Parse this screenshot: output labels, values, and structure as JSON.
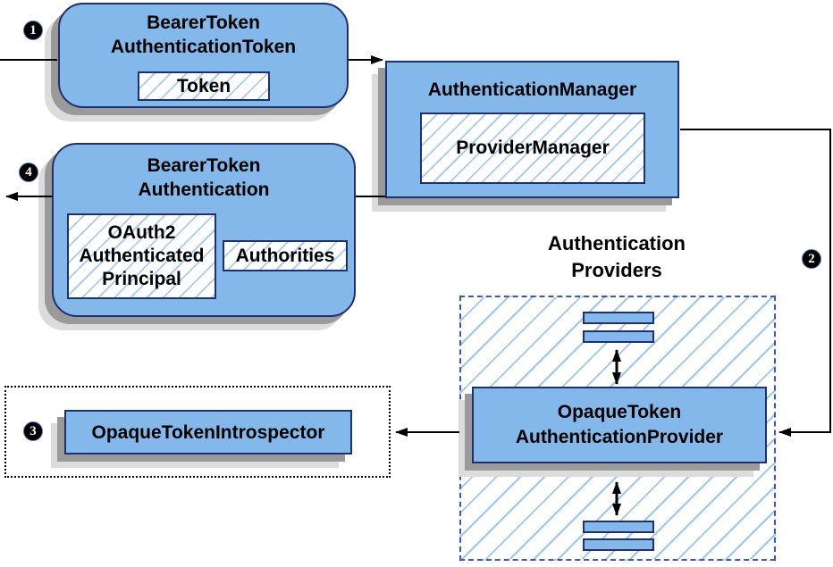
{
  "diagram": {
    "steps": [
      {
        "label": "1"
      },
      {
        "label": "2"
      },
      {
        "label": "3"
      },
      {
        "label": "4"
      }
    ],
    "nodes": {
      "bearerTokenAuthenticationToken": {
        "title_line1": "BearerToken",
        "title_line2": "AuthenticationToken",
        "token_field": "Token"
      },
      "authenticationManager": {
        "title": "AuthenticationManager",
        "inner": "ProviderManager"
      },
      "bearerTokenAuthentication": {
        "title_line1": "BearerToken",
        "title_line2": "Authentication",
        "principal_line1": "OAuth2",
        "principal_line2": "Authenticated",
        "principal_line3": "Principal",
        "authorities": "Authorities"
      },
      "providersGroup": {
        "label_line1": "Authentication",
        "label_line2": "Providers"
      },
      "opaqueTokenAuthenticationProvider": {
        "title_line1": "OpaqueToken",
        "title_line2": "AuthenticationProvider"
      },
      "opaqueTokenIntrospector": {
        "label": "OpaqueTokenIntrospector"
      }
    },
    "colors": {
      "node_fill": "#85B8EA",
      "node_border": "#1F3070",
      "hatch_line": "#A9CCEF",
      "container_hatch_line": "#9EC5EE",
      "dashed_border": "#3A5BA8",
      "dotted_border": "#000000",
      "shadow_dark": "#9A9A9A",
      "shadow_light": "#DCDCDC",
      "connector": "#000000",
      "step_badge_bg": "#000000",
      "step_badge_fg": "#FFFFFF",
      "background": "#FFFFFF"
    }
  }
}
